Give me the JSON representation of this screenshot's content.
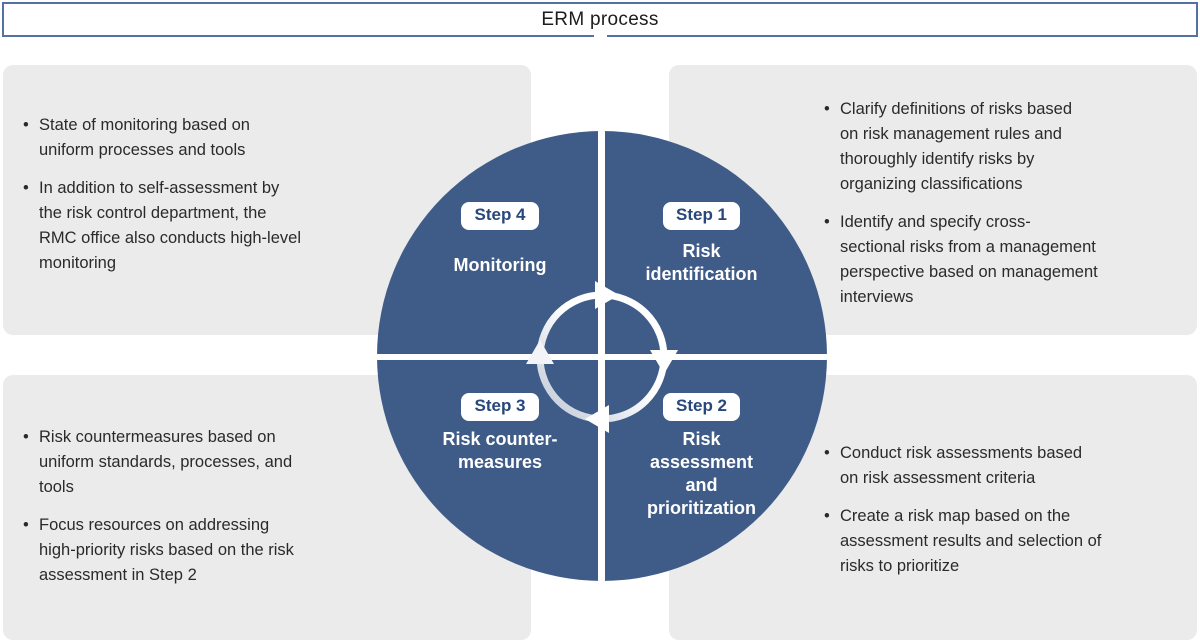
{
  "title": "ERM process",
  "colors": {
    "accent_blue": "#3F5C89",
    "step_text_blue": "#27477D",
    "title_border_blue": "#54719F",
    "box_gray": "#EBEBEB",
    "body_text": "#2A2A2A"
  },
  "icons": {
    "cycle_arrows": "circular-clockwise-arrows"
  },
  "steps": [
    {
      "badge": "Step 1",
      "label": "Risk\nidentification"
    },
    {
      "badge": "Step 2",
      "label": "Risk\nassessment\nand\nprioritization"
    },
    {
      "badge": "Step 3",
      "label": "Risk counter-\nmeasures"
    },
    {
      "badge": "Step 4",
      "label": "Monitoring"
    }
  ],
  "boxes": [
    {
      "position": "top-left",
      "bullets": [
        "State of monitoring based on\nuniform processes and tools",
        "In addition to self-assessment by\nthe risk control department, the\nRMC office also conducts high-level\nmonitoring"
      ]
    },
    {
      "position": "top-right",
      "bullets": [
        "Clarify definitions of risks based\non risk management rules and\nthoroughly identify risks by\norganizing classifications",
        "Identify and specify cross-\nsectional risks from a management\nperspective based on management\ninterviews"
      ]
    },
    {
      "position": "bottom-left",
      "bullets": [
        "Risk countermeasures based on\nuniform standards, processes, and\ntools",
        "Focus resources on addressing\nhigh-priority risks based on the risk\nassessment in Step 2"
      ]
    },
    {
      "position": "bottom-right",
      "bullets": [
        "Conduct risk assessments based\non risk assessment criteria",
        "Create a risk map based on the\nassessment results and selection of\nrisks to prioritize"
      ]
    }
  ]
}
